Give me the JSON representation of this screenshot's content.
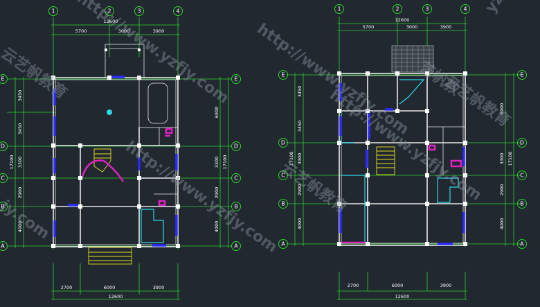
{
  "plans": [
    {
      "axes_top": [
        "1",
        "2",
        "3",
        "4"
      ],
      "axes_side": [
        "E",
        "D",
        "C",
        "B",
        "A"
      ],
      "dims_top_total": "12600",
      "dims_top": [
        "5700",
        "3000",
        "3900"
      ],
      "dims_bottom": [
        "2700",
        "6000",
        "3900"
      ],
      "dims_bottom_total": "12600",
      "dims_left": [
        "3450",
        "3450",
        "3300",
        "2900",
        "4000"
      ],
      "dims_left_total": "17100",
      "dims_right": [
        "6900",
        "3300",
        "2900",
        "4000"
      ],
      "dims_right_total": "17100"
    },
    {
      "axes_top": [
        "1",
        "2",
        "3",
        "4"
      ],
      "axes_side": [
        "E",
        "D",
        "C",
        "B",
        "A"
      ],
      "dims_top_total": "12600",
      "dims_top": [
        "5700",
        "3000",
        "3900"
      ],
      "dims_bottom": [
        "2700",
        "6000",
        "3900"
      ],
      "dims_bottom_total": "12600",
      "dims_left": [
        "3450",
        "3450",
        "3300",
        "2900",
        "4000"
      ],
      "dims_left_total": "17100",
      "dims_right": [
        "6900",
        "3300",
        "2900",
        "4000"
      ],
      "dims_right_total": "17100"
    }
  ],
  "watermark": {
    "url": "http://www.yzfjy.com",
    "brand": "云艺帆教育",
    "short": "yzfjy",
    "corner": "jy.com",
    "fragment": "艺帆教"
  },
  "colors": {
    "background": "#212830",
    "grid": "#2bd42b",
    "wall": "#e8e8e8",
    "window": "#2a2aff",
    "cyan": "#2ad8e8",
    "magenta": "#e020c0",
    "yellow": "#e8e020"
  }
}
